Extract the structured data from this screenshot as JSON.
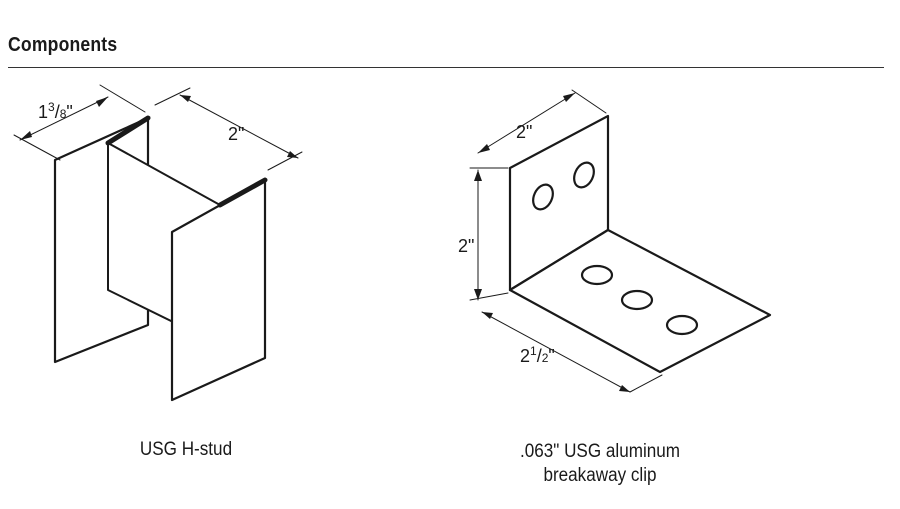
{
  "section": {
    "heading": "Components"
  },
  "h_stud": {
    "dim_depth": {
      "whole": "1",
      "num": "3",
      "den": "8",
      "unit": "\""
    },
    "dim_width": "2\"",
    "caption": "USG H-stud"
  },
  "clip": {
    "dim_top": "2\"",
    "dim_height": "2\"",
    "dim_length": {
      "whole": "2",
      "num": "1",
      "den": "2",
      "unit": "\""
    },
    "caption_line1": ".063\" USG aluminum",
    "caption_line2": "breakaway clip"
  }
}
